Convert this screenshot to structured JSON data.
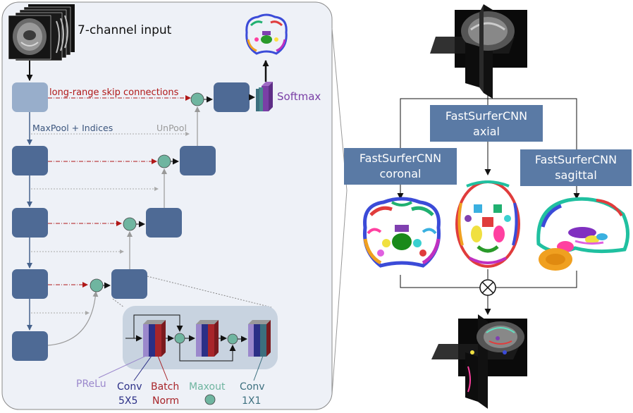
{
  "left_panel": {
    "input_label": "7-channel input",
    "skip_label": "long-range skip connections",
    "maxpool_label": "MaxPool + Indices",
    "unpool_label": "UnPool",
    "softmax_label": "Softmax",
    "legend": {
      "prelu": "PReLu",
      "conv5_line1": "Conv",
      "conv5_line2": "5X5",
      "bn_line1": "Batch",
      "bn_line2": "Norm",
      "maxout": "Maxout",
      "conv1_line1": "Conv",
      "conv1_line2": "1X1"
    }
  },
  "right_panel": {
    "axial_line1": "FastSurferCNN",
    "axial_line2": "axial",
    "coronal_line1": "FastSurferCNN",
    "coronal_line2": "coronal",
    "sagittal_line1": "FastSurferCNN",
    "sagittal_line2": "sagittal"
  },
  "colors": {
    "panel_bg": "#eef1f7",
    "block": "#4e6a95",
    "block_light": "#98aecb",
    "node": "#6fb5a0",
    "skip_arrow": "#b01818",
    "label_box": "#5a7aa5",
    "prelu": "#9b88cc",
    "conv": "#2b2f86",
    "bn": "#a8252a",
    "maxout": "#6fb5a0",
    "conv1x1": "#3c6f7e",
    "softmax": "#7a3fa6"
  }
}
